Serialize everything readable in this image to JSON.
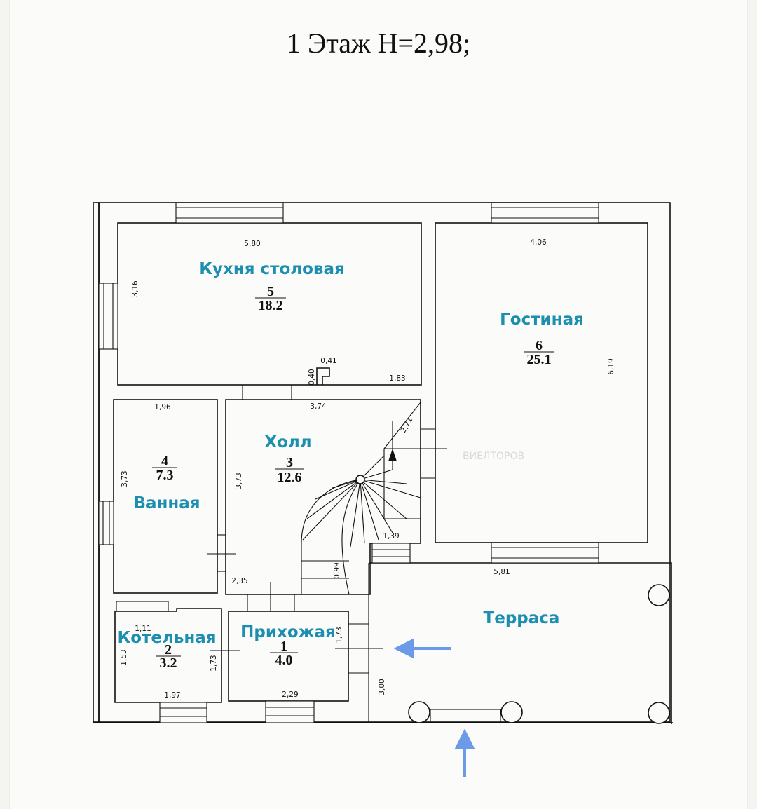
{
  "plan": {
    "title": "1 Этаж Н=2,98;",
    "rooms": {
      "kitchen": {
        "name": "Кухня столовая",
        "number": "5",
        "area": "18.2"
      },
      "living": {
        "name": "Гостиная",
        "number": "6",
        "area": "25.1"
      },
      "hall": {
        "name": "Холл",
        "number": "3",
        "area": "12.6"
      },
      "bath": {
        "name": "Ванная",
        "number": "4",
        "area": "7.3"
      },
      "boiler": {
        "name": "Котельная",
        "number": "2",
        "area": "3.2"
      },
      "entrance": {
        "name": "Прихожая",
        "number": "1",
        "area": "4.0"
      },
      "terrace": {
        "name": "Терраса"
      }
    },
    "dims": {
      "kitchen_w": "5,80",
      "kitchen_h": "3,16",
      "niche_w": "0,41",
      "niche_h": "0,40",
      "kitchen_right": "1,83",
      "living_w": "4,06",
      "living_h": "6,19",
      "bath_w": "1,96",
      "bath_h": "3,73",
      "hall_w": "3,74",
      "hall_h": "3,73",
      "stair_top": "2,71",
      "stair_w": "1,39",
      "stair_small": "0,99",
      "hall_bottom": "2,35",
      "terrace_w": "5,81",
      "terrace_h": "3,00",
      "boiler_top": "1,11",
      "boiler_h": "1,53",
      "boiler_w": "1,97",
      "boiler_right": "1,73",
      "entrance_h": "1,73",
      "entrance_w": "2,29"
    },
    "watermark": "ВИЕЛТОРОВ",
    "accent_color": "#1c8fb0",
    "arrow_color": "#6b9ae8"
  }
}
